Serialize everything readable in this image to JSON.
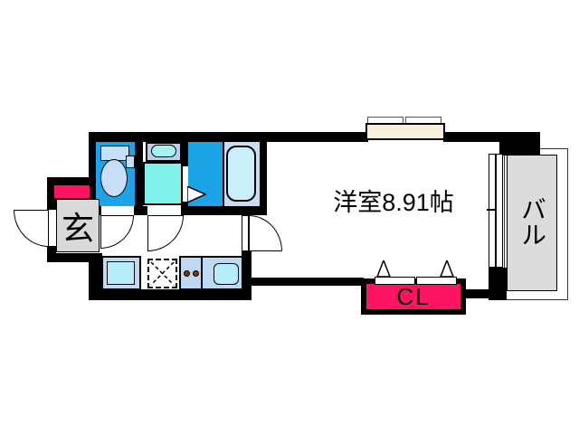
{
  "labels": {
    "entrance": "玄",
    "main_room": "洋室8.91帖",
    "balcony": "バル",
    "closet": "CL"
  },
  "colors": {
    "wall_black": "#000000",
    "wet_room_blue": "#1ca3e8",
    "fixture_light_blue": "#c8dff8",
    "vanity_panel_blue": "#bccce9",
    "basin_cyan": "#a9f2f4",
    "washer_cyan": "#7ff3ea",
    "tub_panel_blue": "#c9dcf4",
    "tub_cyan": "#c9effa",
    "counter_blue": "#bfd9f2",
    "sink_cyan": "#b5edf8",
    "burner_brown": "#7a3a10",
    "accent_pink": "#ff1464",
    "window_cream": "#f7f1dc",
    "balcony_gray": "#dcdcdc",
    "entrance_gray": "#d9d9d9"
  }
}
